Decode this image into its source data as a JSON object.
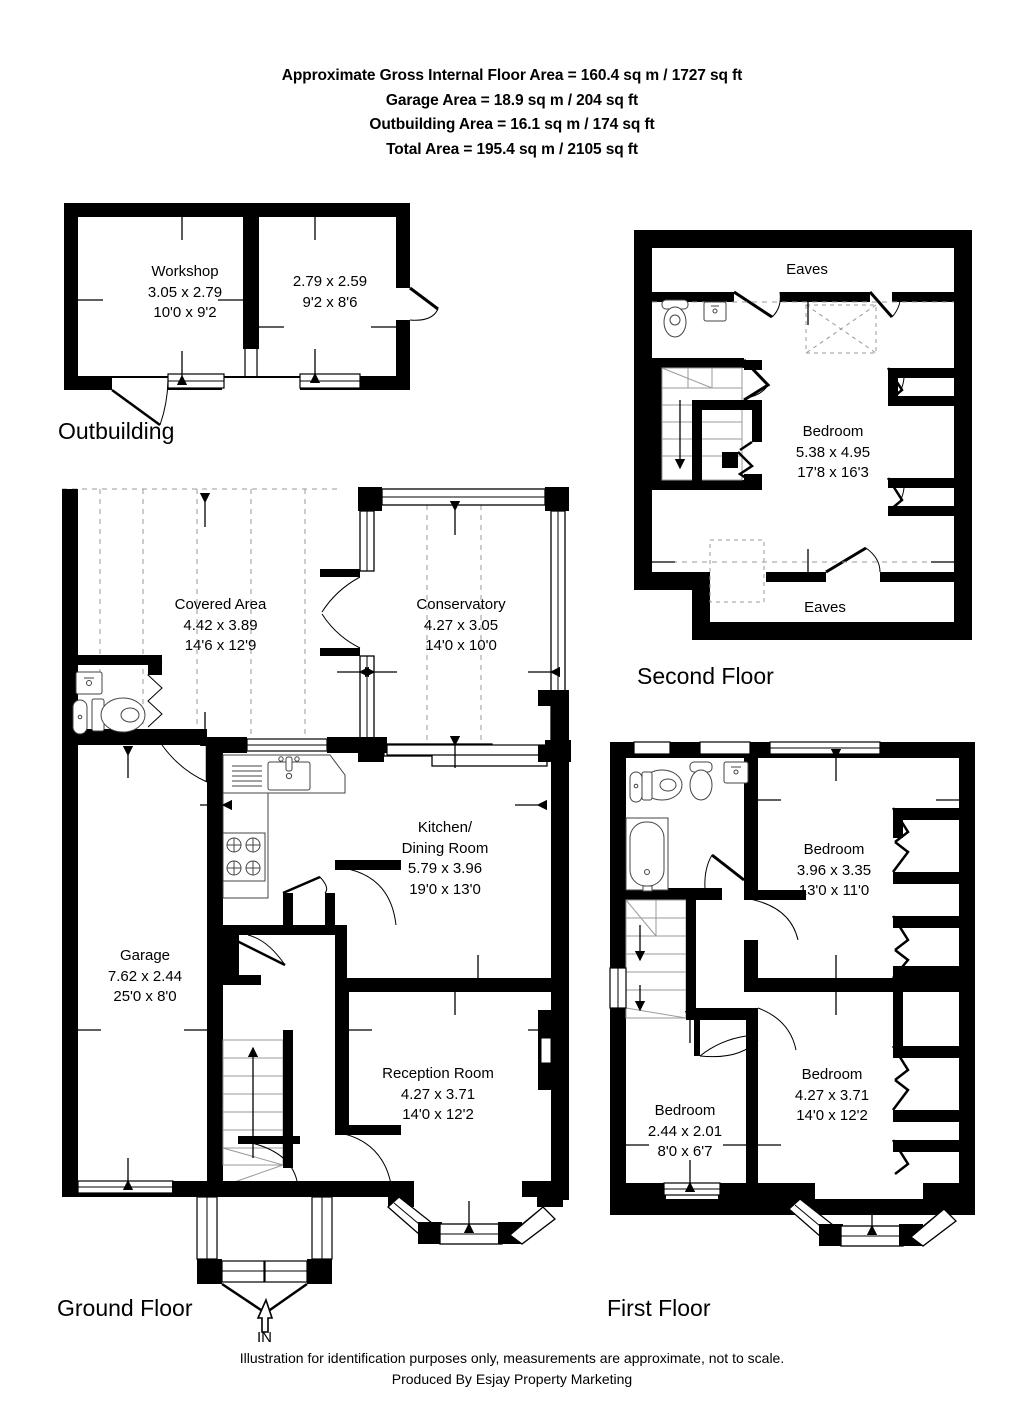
{
  "header": {
    "lines": [
      "Approximate Gross Internal Floor Area = 160.4 sq m / 1727 sq ft",
      "Garage Area = 18.9 sq m / 204 sq ft",
      "Outbuilding Area = 16.1 sq m / 174 sq ft",
      "Total Area = 195.4 sq m / 2105 sq ft"
    ]
  },
  "footer": {
    "line1": "Illustration for identification purposes only, measurements are approximate, not to scale.",
    "line2": "Produced By Esjay Property Marketing"
  },
  "floors": {
    "outbuilding": {
      "label": "Outbuilding"
    },
    "ground": {
      "label": "Ground Floor"
    },
    "first": {
      "label": "First Floor"
    },
    "second": {
      "label": "Second Floor"
    }
  },
  "entrance": {
    "label": "IN"
  },
  "rooms": {
    "outbuilding": [
      {
        "name": "Workshop",
        "metric": "3.05 x 2.79",
        "imperial": "10'0 x 9'2"
      },
      {
        "name": "",
        "metric": "2.79 x 2.59",
        "imperial": "9'2 x 8'6"
      }
    ],
    "ground": [
      {
        "name": "Covered Area",
        "metric": "4.42 x 3.89",
        "imperial": "14'6 x 12'9"
      },
      {
        "name": "Conservatory",
        "metric": "4.27 x 3.05",
        "imperial": "14'0 x 10'0"
      },
      {
        "name": "Kitchen/",
        "name2": "Dining Room",
        "metric": "5.79 x 3.96",
        "imperial": "19'0 x 13'0"
      },
      {
        "name": "Garage",
        "metric": "7.62 x 2.44",
        "imperial": "25'0 x 8'0"
      },
      {
        "name": "Reception Room",
        "metric": "4.27 x 3.71",
        "imperial": "14'0 x 12'2"
      }
    ],
    "first": [
      {
        "name": "Bedroom",
        "metric": "3.96 x 3.35",
        "imperial": "13'0 x 11'0"
      },
      {
        "name": "Bedroom",
        "metric": "4.27 x 3.71",
        "imperial": "14'0 x 12'2"
      },
      {
        "name": "Bedroom",
        "metric": "2.44 x 2.01",
        "imperial": "8'0 x 6'7"
      }
    ],
    "second": [
      {
        "name": "Bedroom",
        "metric": "5.38 x 4.95",
        "imperial": "17'8 x 16'3"
      },
      {
        "name": "Eaves",
        "metric": "",
        "imperial": ""
      },
      {
        "name": "Eaves",
        "metric": "",
        "imperial": ""
      }
    ]
  },
  "colors": {
    "wall": "#000000",
    "background": "#ffffff",
    "fixture_stroke": "#555555",
    "dashed": "#999999"
  }
}
